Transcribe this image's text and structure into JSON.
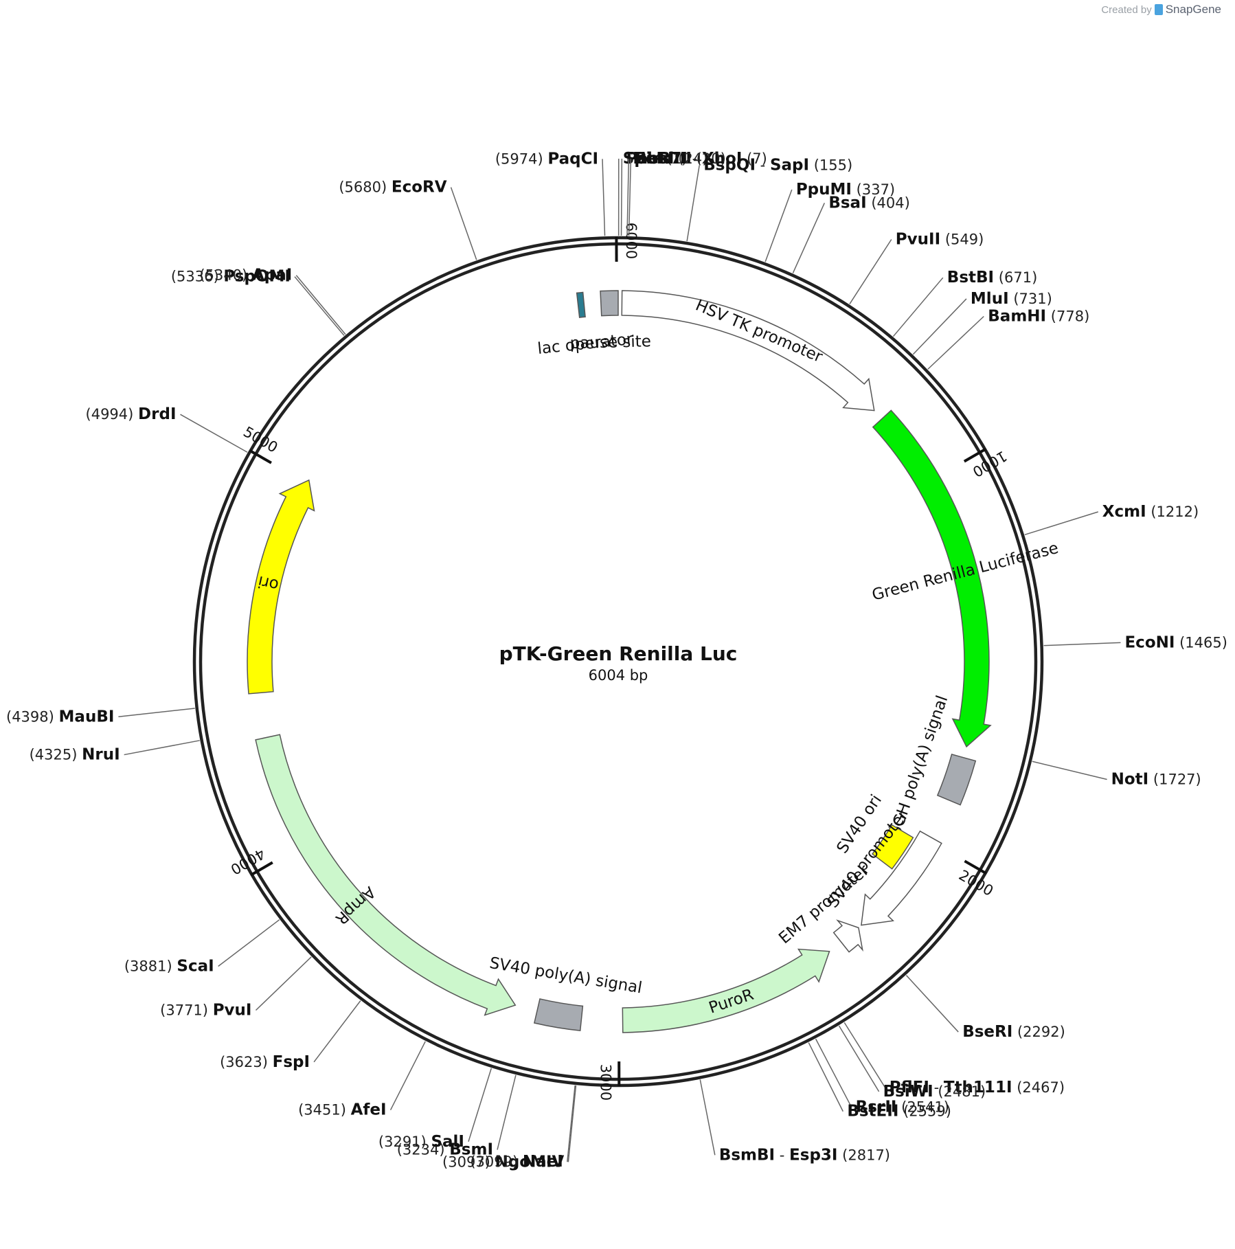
{
  "credit": {
    "prefix": "Created by",
    "brand": "SnapGene",
    "icon": "snapgene-logo-icon"
  },
  "plasmid": {
    "name": "pTK-Green Renilla Luc",
    "size_label": "6004 bp",
    "length": 6004
  },
  "ticks": [
    {
      "pos": 6000,
      "label": "6000"
    },
    {
      "pos": 1000,
      "label": "1000"
    },
    {
      "pos": 2000,
      "label": "2000"
    },
    {
      "pos": 3000,
      "label": "3000"
    },
    {
      "pos": 4000,
      "label": "4000"
    },
    {
      "pos": 5000,
      "label": "5000"
    }
  ],
  "features": [
    {
      "name": "lac operator",
      "start": 5897,
      "end": 5913,
      "color": "#2a7c90",
      "shape": "box",
      "label": "lac operator"
    },
    {
      "name": "pause site",
      "start": 5958,
      "end": 6004,
      "color": "#a7abb1",
      "shape": "box",
      "label": "pause site"
    },
    {
      "name": "HSV TK promoter",
      "start": 10,
      "end": 760,
      "color": "#ffffff",
      "shape": "arrow",
      "dir": 1,
      "label": "HSV TK promoter"
    },
    {
      "name": "Green Renilla Luciferase",
      "start": 790,
      "end": 1730,
      "color": "#00ee00",
      "shape": "arrow",
      "dir": 1,
      "label": "Green Renilla Luciferase"
    },
    {
      "name": "bGH poly(A) signal",
      "start": 1760,
      "end": 1880,
      "color": "#a7abb1",
      "shape": "box",
      "label": "bGH poly(A) signal"
    },
    {
      "name": "SV40 ori",
      "start": 2015,
      "end": 2120,
      "color": "#ffff00",
      "shape": "box",
      "label": "SV40 ori"
    },
    {
      "name": "SV40 promoter",
      "start": 1990,
      "end": 2290,
      "color": "#ffffff",
      "shape": "arrow",
      "dir": 1,
      "label": "SV40 promoter"
    },
    {
      "name": "EM7 promoter",
      "start": 2300,
      "end": 2360,
      "color": "#ffffff",
      "shape": "arrow",
      "dir": -1,
      "label": "EM7 promoter"
    },
    {
      "name": "PuroR",
      "start": 2400,
      "end": 2990,
      "color": "#ccf7cc",
      "shape": "arrow",
      "dir": -1,
      "label": "PuroR"
    },
    {
      "name": "SV40 poly(A) signal",
      "start": 3100,
      "end": 3220,
      "color": "#a7abb1",
      "shape": "box",
      "label": "SV40 poly(A) signal"
    },
    {
      "name": "AmpR",
      "start": 3280,
      "end": 4300,
      "color": "#ccf7cc",
      "shape": "arrow",
      "dir": -1,
      "label": "AmpR"
    },
    {
      "name": "ori",
      "start": 4420,
      "end": 5010,
      "color": "#ffff00",
      "shape": "arrow",
      "dir": 1,
      "label": "ori"
    }
  ],
  "sites": [
    {
      "name": "SpeI",
      "pos": 1,
      "pos_label": "(1)"
    },
    {
      "name": "PaqCI",
      "pos": 5974,
      "pos_label": "(5974)"
    },
    {
      "name": "PaeR7I",
      "name2": "XhoI",
      "pos": 7,
      "pos_label": "(7)"
    },
    {
      "name": "HindIII",
      "pos": 20,
      "pos_label": "(20)"
    },
    {
      "name": "BbsI",
      "pos": 24,
      "pos_label": "(24)"
    },
    {
      "name": "BspQI",
      "name2": "SapI",
      "pos": 155,
      "pos_label": "(155)"
    },
    {
      "name": "PpuMI",
      "pos": 337,
      "pos_label": "(337)"
    },
    {
      "name": "BsaI",
      "pos": 404,
      "pos_label": "(404)"
    },
    {
      "name": "PvuII",
      "pos": 549,
      "pos_label": "(549)"
    },
    {
      "name": "BstBI",
      "pos": 671,
      "pos_label": "(671)"
    },
    {
      "name": "MluI",
      "pos": 731,
      "pos_label": "(731)"
    },
    {
      "name": "BamHI",
      "pos": 778,
      "pos_label": "(778)"
    },
    {
      "name": "XcmI",
      "pos": 1212,
      "pos_label": "(1212)"
    },
    {
      "name": "EcoNI",
      "pos": 1465,
      "pos_label": "(1465)"
    },
    {
      "name": "NotI",
      "pos": 1727,
      "pos_label": "(1727)"
    },
    {
      "name": "BseRI",
      "pos": 2292,
      "pos_label": "(2292)"
    },
    {
      "name": "PflFI",
      "name2": "Tth111I",
      "pos": 2467,
      "pos_label": "(2467)"
    },
    {
      "name": "BsiWI",
      "pos": 2481,
      "pos_label": "(2481)"
    },
    {
      "name": "RsrII",
      "pos": 2541,
      "pos_label": "(2541)"
    },
    {
      "name": "BstEII",
      "pos": 2559,
      "pos_label": "(2559)"
    },
    {
      "name": "BsmBI",
      "name2": "Esp3I",
      "pos": 2817,
      "pos_label": "(2817)"
    },
    {
      "name": "NgoMIV",
      "pos": 3097,
      "pos_label": "(3097)"
    },
    {
      "name": "NaeI",
      "pos": 3099,
      "pos_label": "(3099)"
    },
    {
      "name": "BsmI",
      "pos": 3234,
      "pos_label": "(3234)"
    },
    {
      "name": "SalI",
      "pos": 3291,
      "pos_label": "(3291)"
    },
    {
      "name": "AfeI",
      "pos": 3451,
      "pos_label": "(3451)"
    },
    {
      "name": "FspI",
      "pos": 3623,
      "pos_label": "(3623)"
    },
    {
      "name": "PvuI",
      "pos": 3771,
      "pos_label": "(3771)"
    },
    {
      "name": "ScaI",
      "pos": 3881,
      "pos_label": "(3881)"
    },
    {
      "name": "NruI",
      "pos": 4325,
      "pos_label": "(4325)"
    },
    {
      "name": "MauBI",
      "pos": 4398,
      "pos_label": "(4398)"
    },
    {
      "name": "DrdI",
      "pos": 4994,
      "pos_label": "(4994)"
    },
    {
      "name": "PspOMI",
      "pos": 5336,
      "pos_label": "(5336)"
    },
    {
      "name": "ApaI",
      "pos": 5340,
      "pos_label": "(5340)"
    },
    {
      "name": "EcoRV",
      "pos": 5680,
      "pos_label": "(5680)"
    }
  ]
}
